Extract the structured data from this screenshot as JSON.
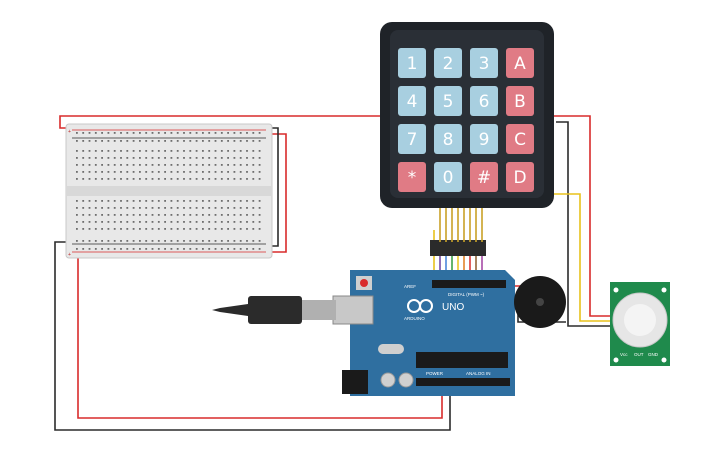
{
  "keypad": {
    "keys": [
      "1",
      "2",
      "3",
      "A",
      "4",
      "5",
      "6",
      "B",
      "7",
      "8",
      "9",
      "C",
      "*",
      "0",
      "#",
      "D"
    ],
    "colors": {
      "digit": "#a8cfe0",
      "letter": "#e07b85",
      "body": "#1f2328"
    }
  },
  "arduino": {
    "brand": "ARDUINO",
    "model": "UNO",
    "digital_label": "DIGITAL (PWM ~)",
    "analog_label": "ANALOG IN",
    "power_label": "POWER",
    "aref_label": "AREF",
    "board_color": "#2f6fa0"
  },
  "pir": {
    "labels": [
      "Vcc",
      "OUT",
      "GND"
    ],
    "board_color": "#1f8a4c"
  },
  "breadboard": {
    "rail_top": "+",
    "rail_bottom": "+"
  },
  "wire_colors": {
    "power": "#d92b2b",
    "ground": "#2b2b2b",
    "signal": "#e8c21c"
  }
}
